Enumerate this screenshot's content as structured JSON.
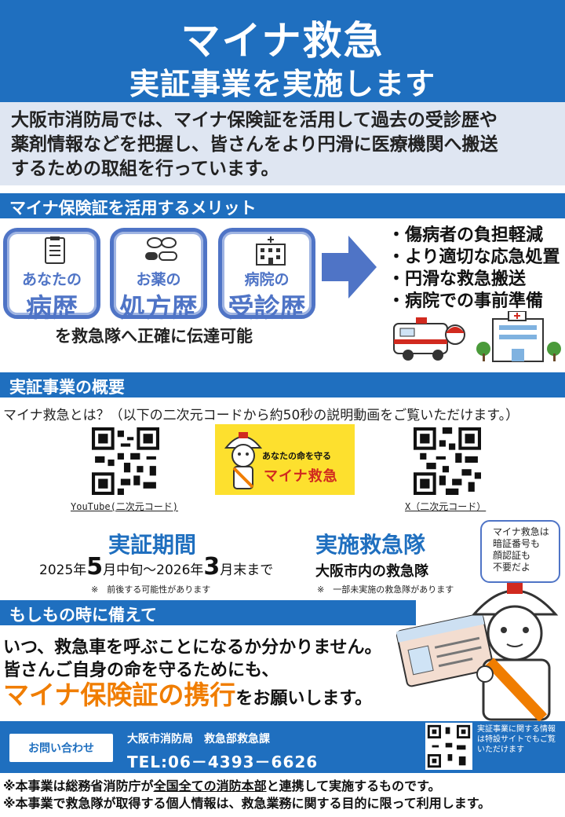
{
  "header": {
    "title": "マイナ救急",
    "subtitle": "実証事業を実施します"
  },
  "intro": {
    "line1": "大阪市消防局では、マイナ保険証を活用して過去の受診歴や",
    "line2": "薬剤情報などを把握し、皆さんをより円滑に医療機関へ搬送",
    "line3": "するための取組を行っています。"
  },
  "merits_section": {
    "heading": "マイナ保険証を活用するメリット",
    "cards": [
      {
        "small": "あなたの",
        "big": "病歴",
        "icon": "clipboard-icon"
      },
      {
        "small": "お薬の",
        "big": "処方歴",
        "icon": "pills-icon"
      },
      {
        "small": "病院の",
        "big": "受診歴",
        "icon": "hospital-icon"
      }
    ],
    "convey": "を救急隊へ正確に伝達可能",
    "benefits": [
      "・傷病者の負担軽減",
      "・より適切な応急処置",
      "・円滑な救急搬送",
      "・病院での事前準備"
    ]
  },
  "overview": {
    "heading": "実証事業の概要",
    "what_is": "マイナ救急とは？（以下の二次元コードから約50秒の説明動画をご覧いただけます。）",
    "qr_left_label": "YouTube(二次元コード)",
    "qr_right_label": "X（二次元コード）",
    "banner_line1": "あなたの命を守る",
    "banner_line2": "マイナ救急",
    "period_title": "実証期間",
    "period_y1": "2025年",
    "period_m1": "5",
    "period_mid": "月中旬～2026年",
    "period_m2": "3",
    "period_end": "月末まで",
    "period_note": "※　前後する可能性があります",
    "corps_title": "実施救急隊",
    "corps_body": "大阪市内の救急隊",
    "corps_note": "※　一部未実施の救急隊があります",
    "bubble": [
      "マイナ救急は",
      "暗証番号も",
      "顔認証も",
      "不要だよ"
    ]
  },
  "prepare": {
    "heading": "もしもの時に備えて",
    "line1": "いつ、救急車を呼ぶことになるか分かりません。",
    "line2": "皆さんご自身の命を守るためにも、",
    "highlight": "マイナ保険証の携行",
    "tail": "をお願いします。"
  },
  "footer": {
    "inquiry": "お問い合わせ",
    "dept": "大阪市消防局　救急部救急課",
    "tel": "TEL:06－4393－6626",
    "qr_text": "実証事業に関する情報は特設サイトでもご覧いただけます"
  },
  "notes": {
    "n1_pre": "※本事業は総務省消防庁が",
    "n1_u": "全国全ての消防本部",
    "n1_post": "と連携して実施するものです。",
    "n2": "※本事業で救急隊が取得する個人情報は、救急業務に関する目的に限って利用します。"
  },
  "colors": {
    "brand_blue": "#1f6fbf",
    "card_blue": "#4f74c6",
    "intro_bg": "#dfe6f2",
    "highlight_orange": "#f07d00",
    "banner_yellow": "#fde02e"
  }
}
